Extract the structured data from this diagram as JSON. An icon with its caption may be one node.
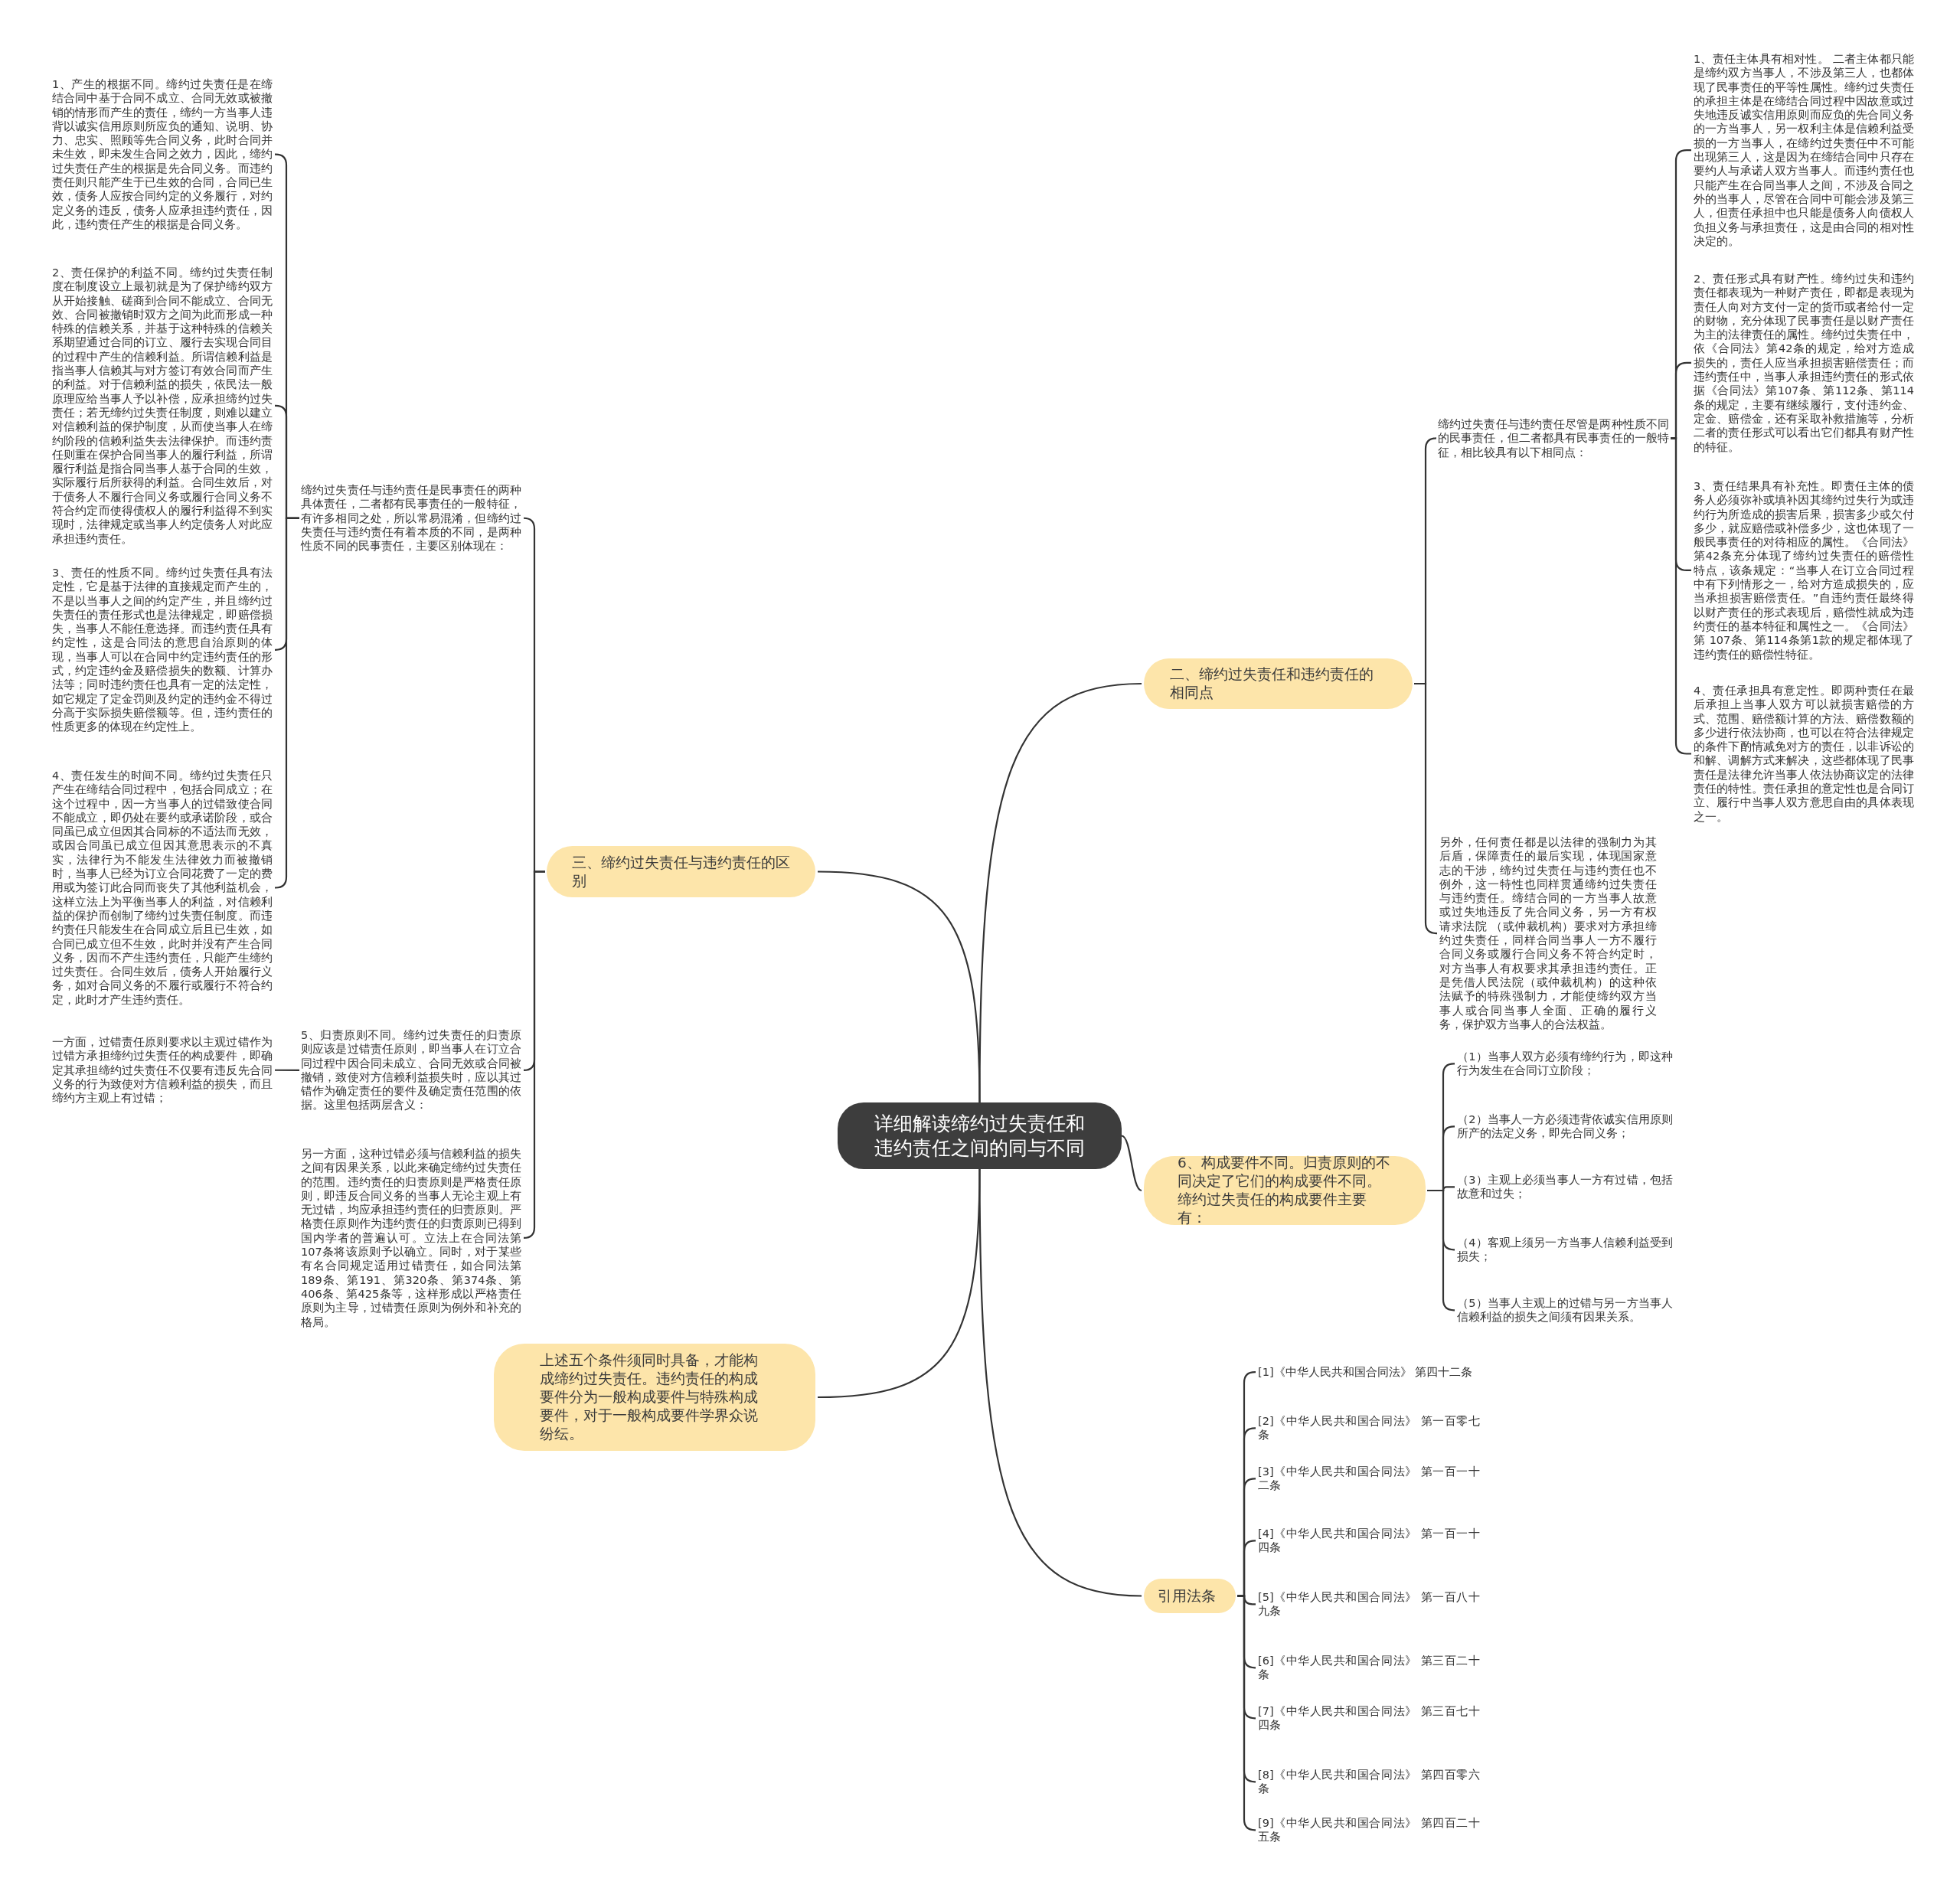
{
  "diagram": {
    "nodes": [
      {
        "text": [
          "详细解读缔约过失责任和违约责任之间的同与不同"
        ]
      },
      {
        "text": [
          "二、缔约过失责任和违约责任的相同点"
        ]
      },
      {
        "text": [
          "缔约过失责任与违约责任尽管是两种性质不同的民事责任，但二者都具有民事责任的一般特征，相比较具有以下相同点："
        ]
      },
      {
        "text": [
          "1、责任主体具有相对性。 二者主体都只能是缔约双方当事人，不涉及第三人，也都体现了民事责任的平等性属性。缔约过失责任的承担主体是在缔结合同过程中因故意或过失地违反诚实信用原则而应负的先合同义务的一方当事人，另一权利主体是信赖利益受损的一方当事人，在缔约过失责任中不可能出现第三人，这是因为在缔结合同中只存在要约人与承诺人双方当事人。而违约责任也只能产生在合同当事人之间，不涉及合同之外的当事人，尽管在合同中可能会涉及第三人，但责任承担中也只能是债务人向债权人负担义务与承担责任，这是由合同的相对性决定的。"
        ]
      },
      {
        "text": [
          "2、责任形式具有财产性。缔约过失和违约责任都表现为一种财产责任，即都是表现为责任人向对方支付一定的货币或者给付一定的财物，充分体现了民事责任是以财产责任为主的法律责任的属性。缔约过失责任中，依《合同法》第42条的规定，给对方造成损失的，责任人应当承担损害赔偿责任；而违约责任中，当事人承担违约责任的形式依据《合同法》第107条、第112条、第114条的规定，主要有继续履行，支付违约金、定金、赔偿金，还有采取补救措施等，分析二者的责任形式可以看出它们都具有财产性的特征。"
        ]
      },
      {
        "text": [
          "3、责任结果具有补充性。即责任主体的债务人必须弥补或填补因其缔约过失行为或违约行为所造成的损害后果，损害多少或欠付多少，就应赔偿或补偿多少，这也体现了一般民事责任的对待相应的属性。《合同法》第42条充分体现了缔约过失责任的赔偿性特点，该条规定：“当事人在订立合同过程中有下列情形之一，给对方造成损失的，应当承担损害赔偿责任。”自违约责任最终得以财产责任的形式表现后，赔偿性就成为违约责任的基本特征和属性之一。《合同法》第 107条、第114条第1款的规定都体现了违约责任的赔偿性特征。"
        ]
      },
      {
        "text": [
          "4、责任承担具有意定性。即两种责任在最后承担上当事人双方可以就损害赔偿的方式、范围、赔偿额计算的方法、赔偿数额的多少进行依法协商，也可以在符合法律规定的条件下酌情减免对方的责任，以非诉讼的和解、调解方式来解决，这些都体现了民事责任是法律允许当事人依法协商议定的法律责任的特性。责任承担的意定性也是合同订立、履行中当事人双方意思自由的具体表现之一。"
        ]
      },
      {
        "text": [
          "另外，任何责任都是以法律的强制力为其后盾，保障责任的最后实现，体现国家意志的干涉，缔约过失责任与违约责任也不例外，这一特性也同样贯通缔约过失责任与违约责任。缔结合同的一方当事人故意或过失地违反了先合同义务，另一方有权请求法院 （或仲裁机构）要求对方承担缔约过失责任，同样合同当事人一方不履行合同义务或履行合同义务不符合约定时，对方当事人有权要求其承担违约责任。正是凭借人民法院（或仲裁机构）的这种依法赋予的特殊强制力，才能使缔约双方当事人或合同当事人全面、正确的履行义务，保护双方当事人的合法权益。"
        ]
      },
      {
        "text": [
          "三、缔约过失责任与违约责任的区别"
        ]
      },
      {
        "text": [
          "缔约过失责任与违约责任是民事责任的两种具体责任，二者都有民事责任的一般特征，有许多相同之处，所以常易混淆，但缔约过失责任与违约责任有着本质的不同，是两种性质不同的民事责任，主要区别体现在："
        ]
      },
      {
        "text": [
          "1、产生的根据不同。缔约过失责任是在缔结合同中基于合同不成立、合同无效或被撤销的情形而产生的责任，缔约一方当事人违背以诚实信用原则所应负的通知、说明、协力、忠实、照顾等先合同义务，此时合同并未生效，即未发生合同之效力，因此，缔约过失责任产生的根据是先合同义务。而违约责任则只能产生于已生效的合同，合同已生效，债务人应按合同约定的义务履行，对约定义务的违反，债务人应承担违约责任，因此，违约责任产生的根据是合同义务。"
        ]
      },
      {
        "text": [
          "2、责任保护的利益不同。缔约过失责任制度在制度设立上最初就是为了保护缔约双方从开始接触、磋商到合同不能成立、合同无效、合同被撤销时双方之间为此而形成一种特殊的信赖关系，并基于这种特殊的信赖关系期望通过合同的订立、履行去实现合同目的过程中产生的信赖利益。所谓信赖利益是指当事人信赖其与对方签订有效合同而产生的利益。对于信赖利益的损失，依民法一般原理应给当事人予以补偿，应承担缔约过失责任；若无缔约过失责任制度，则难以建立对信赖利益的保护制度，从而使当事人在缔约阶段的信赖利益失去法律保护。而违约责任则重在保护合同当事人的履行利益，所谓履行利益是指合同当事人基于合同的生效，实际履行后所获得的利益。合同生效后，对于债务人不履行合同义务或履行合同义务不符合约定而使得债权人的履行利益得不到实现时，法律规定或当事人约定债务人对此应承担违约责任。"
        ]
      },
      {
        "text": [
          "3、责任的性质不同。缔约过失责任具有法定性，它是基于法律的直接规定而产生的，不是以当事人之间的约定产生，并且缔约过失责任的责任形式也是法律规定，即赔偿损失，当事人不能任意选择。而违约责任具有约定性，这是合同法的意思自治原则的体现，当事人可以在合同中约定违约责任的形式，约定违约金及赔偿损失的数额、计算办法等；同时违约责任也具有一定的法定性，如它规定了定金罚则及约定的违约金不得过分高于实际损失赔偿额等。但，违约责任的性质更多的体现在约定性上。"
        ]
      },
      {
        "text": [
          "4、责任发生的时间不同。缔约过失责任只产生在缔结合同过程中，包括合同成立；在这个过程中，因一方当事人的过错致使合同不能成立，即仍处在要约或承诺阶段，或合同虽已成立但因其合同标的不适法而无效，或因合同虽已成立但因其意思表示的不真实，法律行为不能发生法律效力而被撤销时，当事人已经为订立合同花费了一定的费用或为签订此合同而丧失了其他利益机会，这样立法上为平衡当事人的利益，对信赖利益的保护而创制了缔约过失责任制度。而违约责任只能发生在合同成立后且已生效，如合同已成立但不生效，此时并没有产生合同义务，因而不产生违约责任，只能产生缔约过失责任。合同生效后，债务人开始履行义务，如对合同义务的不履行或履行不符合约定，此时才产生违约责任。"
        ]
      },
      {
        "text": [
          "5、归责原则不同。缔约过失责任的归责原则应该是过错责任原则，即当事人在订立合同过程中因合同未成立、合同无效或合同被撤销，致使对方信赖利益损失时，应以其过错作为确定责任的要件及确定责任范围的依据。这里包括两层含义："
        ]
      },
      {
        "text": [
          "一方面，过错责任原则要求以主观过错作为过错方承担缔约过失责任的构成要件，即确定其承担缔约过失责任不仅要有违反先合同义务的行为致使对方信赖利益的损失，而且缔约方主观上有过错；"
        ]
      },
      {
        "text": [
          "另一方面，这种过错必须与信赖利益的损失之间有因果关系，以此来确定缔约过失责任的范围。违约责任的归责原则是严格责任原则，即违反合同义务的当事人无论主观上有无过错，均应承担违约责任的归责原则。严格责任原则作为违约责任的归责原则已得到国内学者的普遍认可。立法上在合同法第107条将该原则予以确立。同时，对于某些有名合同规定适用过错责任，如合同法第189条、第191、第320条、第374条、第406条、第425条等，这样形成以严格责任原则为主导，过错责任原则为例外和补充的格局。"
        ]
      },
      {
        "text": [
          "6、构成要件不同。归责原则的不同决定了它们的构成要件不同。缔约过失责任的构成要件主要有："
        ]
      },
      {
        "text": [
          "（1）当事人双方必须有缔约行为，即这种行为发生在合同订立阶段；"
        ]
      },
      {
        "text": [
          "（2）当事人一方必须违背依诚实信用原则所产的法定义务，即先合同义务；"
        ]
      },
      {
        "text": [
          "（3）主观上必须当事人一方有过错，包括故意和过失；"
        ]
      },
      {
        "text": [
          "（4）客观上须另一方当事人信赖利益受到损失；"
        ]
      },
      {
        "text": [
          "（5）当事人主观上的过错与另一方当事人信赖利益的损失之间须有因果关系。"
        ]
      },
      {
        "text": [
          "上述五个条件须同时具备，才能构成缔约过失责任。违约责任的构成要件分为一般构成要件与特殊构成要件，对于一般构成要件学界众说纷纭。"
        ]
      },
      {
        "text": [
          "引用法条"
        ]
      },
      {
        "text": [
          "[1]《中华人民共和国合同法》 第四十二条"
        ]
      },
      {
        "text": [
          "[2]《中华人民共和国合同法》 第一百零七条"
        ]
      },
      {
        "text": [
          "[3]《中华人民共和国合同法》 第一百一十二条"
        ]
      },
      {
        "text": [
          "[4]《中华人民共和国合同法》 第一百一十四条"
        ]
      },
      {
        "text": [
          "[5]《中华人民共和国合同法》 第一百八十九条"
        ]
      },
      {
        "text": [
          "[6]《中华人民共和国合同法》 第三百二十条"
        ]
      },
      {
        "text": [
          "[7]《中华人民共和国合同法》 第三百七十四条"
        ]
      },
      {
        "text": [
          "[8]《中华人民共和国合同法》 第四百零六条"
        ]
      },
      {
        "text": [
          "[9]《中华人民共和国合同法》 第四百二十五条"
        ]
      }
    ],
    "edges": [
      {
        "from": 0,
        "to": 1,
        "arrow": "none"
      },
      {
        "from": 1,
        "to": 2,
        "arrow": "none"
      },
      {
        "from": 2,
        "to": 3,
        "arrow": "none"
      },
      {
        "from": 2,
        "to": 4,
        "arrow": "none"
      },
      {
        "from": 2,
        "to": 5,
        "arrow": "none"
      },
      {
        "from": 2,
        "to": 6,
        "arrow": "none"
      },
      {
        "from": 1,
        "to": 7,
        "arrow": "none"
      },
      {
        "from": 0,
        "to": 8,
        "arrow": "none"
      },
      {
        "from": 8,
        "to": 9,
        "arrow": "none"
      },
      {
        "from": 9,
        "to": 10,
        "arrow": "none"
      },
      {
        "from": 9,
        "to": 11,
        "arrow": "none"
      },
      {
        "from": 9,
        "to": 12,
        "arrow": "none"
      },
      {
        "from": 9,
        "to": 13,
        "arrow": "none"
      },
      {
        "from": 8,
        "to": 14,
        "arrow": "none"
      },
      {
        "from": 14,
        "to": 15,
        "arrow": "none"
      },
      {
        "from": 8,
        "to": 16,
        "arrow": "none"
      },
      {
        "from": 0,
        "to": 17,
        "arrow": "none"
      },
      {
        "from": 17,
        "to": 18,
        "arrow": "none"
      },
      {
        "from": 17,
        "to": 19,
        "arrow": "none"
      },
      {
        "from": 17,
        "to": 20,
        "arrow": "none"
      },
      {
        "from": 17,
        "to": 21,
        "arrow": "none"
      },
      {
        "from": 17,
        "to": 22,
        "arrow": "none"
      },
      {
        "from": 0,
        "to": 23,
        "arrow": "none"
      },
      {
        "from": 0,
        "to": 24,
        "arrow": "none"
      },
      {
        "from": 24,
        "to": 25,
        "arrow": "none"
      },
      {
        "from": 24,
        "to": 26,
        "arrow": "none"
      },
      {
        "from": 24,
        "to": 27,
        "arrow": "none"
      },
      {
        "from": 24,
        "to": 28,
        "arrow": "none"
      },
      {
        "from": 24,
        "to": 29,
        "arrow": "none"
      },
      {
        "from": 24,
        "to": 30,
        "arrow": "none"
      },
      {
        "from": 24,
        "to": 31,
        "arrow": "none"
      },
      {
        "from": 24,
        "to": 32,
        "arrow": "none"
      },
      {
        "from": 24,
        "to": 33,
        "arrow": "none"
      }
    ]
  }
}
